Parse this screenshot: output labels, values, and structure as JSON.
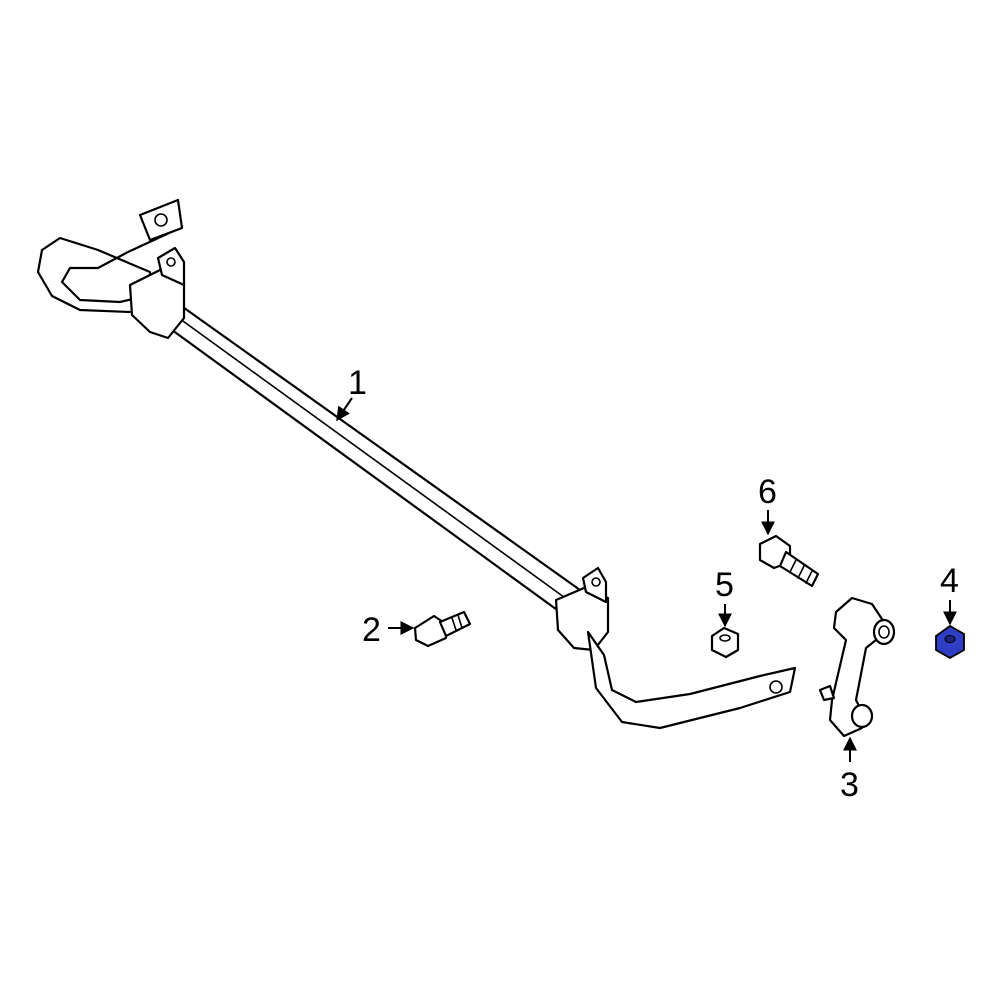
{
  "colors": {
    "line": "#000000",
    "background": "#ffffff",
    "highlight": "#2e3fc4"
  },
  "callouts": [
    {
      "id": "1",
      "label": "1"
    },
    {
      "id": "2",
      "label": "2"
    },
    {
      "id": "3",
      "label": "3"
    },
    {
      "id": "4",
      "label": "4",
      "highlighted": true
    },
    {
      "id": "5",
      "label": "5"
    },
    {
      "id": "6",
      "label": "6"
    }
  ]
}
